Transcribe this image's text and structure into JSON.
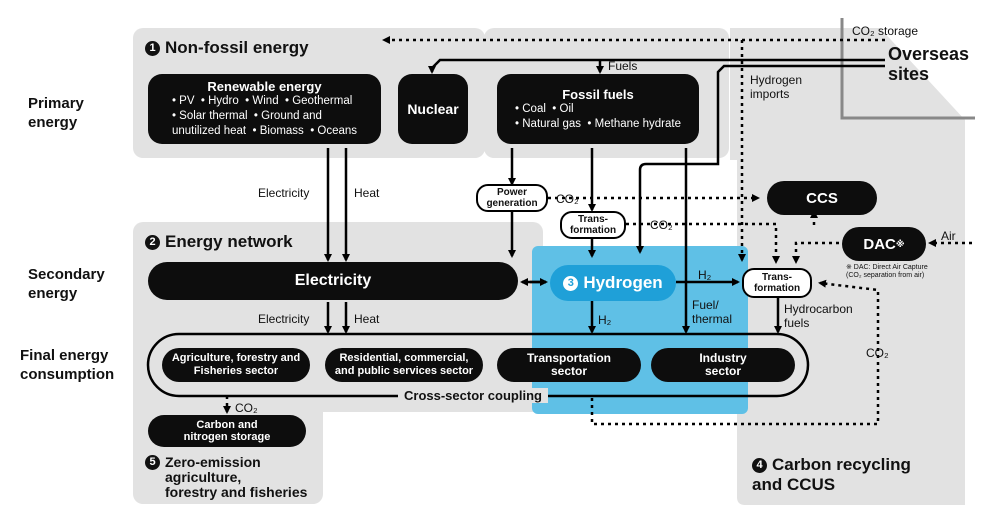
{
  "rows": {
    "primary": "Primary\nenergy",
    "secondary": "Secondary\nenergy",
    "final": "Final energy\nconsumption"
  },
  "sections": {
    "s1": {
      "num": "1",
      "title": "Non-fossil energy"
    },
    "s2": {
      "num": "2",
      "title": "Energy network"
    },
    "s3": {
      "num": "3",
      "title": "Hydrogen"
    },
    "s4": {
      "num": "4",
      "title": "Carbon recycling\nand CCUS"
    },
    "s5": {
      "num": "5",
      "title": "Zero-emission\nagriculture,\nforestry and fisheries"
    }
  },
  "nodes": {
    "renewable_title": "Renewable energy",
    "renewable_items": "• PV  • Hydro  • Wind  • Geothermal\n• Solar thermal  • Ground and\nunutilized heat  • Biomass  • Oceans",
    "nuclear": "Nuclear",
    "fossil_title": "Fossil fuels",
    "fossil_items": "• Coal  • Oil\n• Natural gas  • Methane hydrate",
    "electricity": "Electricity",
    "ccs": "CCS",
    "dac": "DAC",
    "dac_mark": "※",
    "dac_note": "※ DAC: Direct Air Capture\n(CO₂ separation from air)",
    "power_generation": "Power\ngeneration",
    "transformation_a": "Trans-\nformation",
    "transformation_b": "Trans-\nformation",
    "agri": "Agriculture, forestry and\nFisheries sector",
    "residential": "Residential, commercial,\nand public services sector",
    "transport": "Transportation\nsector",
    "industry": "Industry\nsector",
    "carbon_storage": "Carbon and\nnitrogen storage",
    "overseas": "Overseas\nsites"
  },
  "labels": {
    "co2_storage": "CO₂ storage",
    "fuels": "Fuels",
    "hydrogen_imports": "Hydrogen\nimports",
    "electricity_top": "Electricity",
    "heat_top": "Heat",
    "electricity_bottom": "Electricity",
    "heat_bottom": "Heat",
    "co2_a": "CO₂",
    "co2_b": "CO₂",
    "co2_c": "CO₂",
    "co2_d": "CO₂",
    "air": "Air",
    "h2_right": "H₂",
    "h2_down": "H₂",
    "fuel_thermal": "Fuel/\nthermal",
    "hydrocarbon_fuels": "Hydrocarbon\nfuels",
    "cross_sector": "Cross-sector coupling"
  },
  "colors": {
    "region": "#e2e2e2",
    "hydrogen_region": "#5fc0e6",
    "hydrogen_pill": "#1fa0d8",
    "node": "#0d0d0d"
  }
}
